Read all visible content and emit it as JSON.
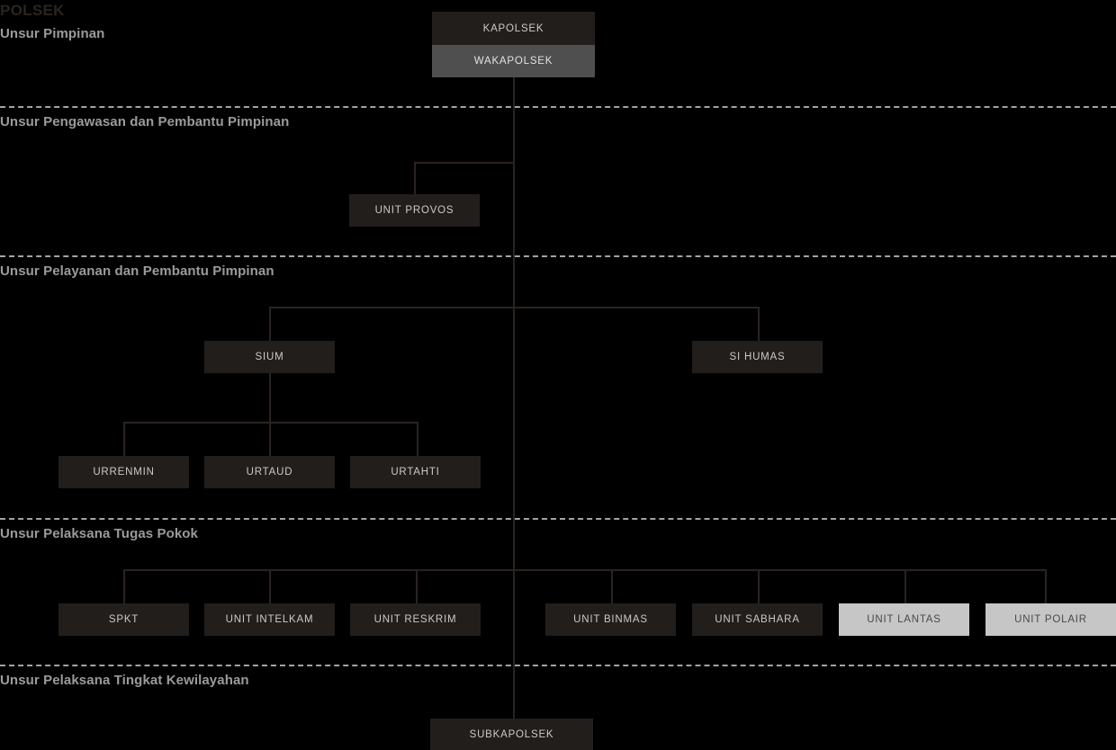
{
  "title": "POLSEK",
  "sections": [
    {
      "label": "Unsur Pimpinan"
    },
    {
      "label": "Unsur Pengawasan dan Pembantu Pimpinan"
    },
    {
      "label": "Unsur Pelayanan dan Pembantu Pimpinan"
    },
    {
      "label": "Unsur Pelaksana Tugas Pokok"
    },
    {
      "label": "Unsur Pelaksana Tingkat Kewilayahan"
    }
  ],
  "nodes": {
    "kapolsek": "KAPOLSEK",
    "wakapolsek": "WAKAPOLSEK",
    "unit_provos": "UNIT PROVOS",
    "sium": "SIUM",
    "si_humas": "SI HUMAS",
    "urrenmin": "URRENMIN",
    "urtaud": "URTAUD",
    "urtahti": "URTAHTI",
    "spkt": "SPKT",
    "unit_intelkam": "UNIT INTELKAM",
    "unit_reskrim": "UNIT RESKRIM",
    "unit_binmas": "UNIT BINMAS",
    "unit_sabhara": "UNIT SABHARA",
    "unit_lantas": "UNIT LANTAS",
    "unit_polair": "UNIT POLAIR",
    "subkapolsek": "SUBKAPOLSEK"
  },
  "colors": {
    "background": "#000000",
    "box_dark": "#221e1c",
    "box_gray": "#4f4f4f",
    "box_light": "#c6c6c6",
    "line": "#2a2320",
    "divider": "#a3a3a3",
    "section_text": "#9b9b9b",
    "title_text": "#2b2420"
  }
}
